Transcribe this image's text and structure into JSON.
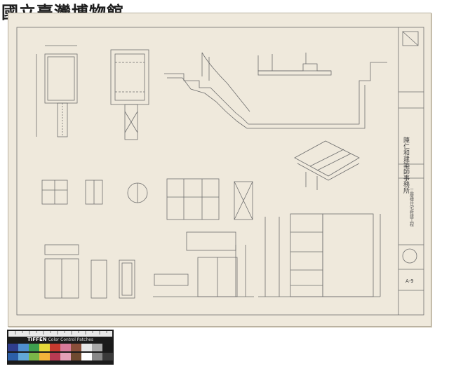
{
  "watermark": "國立臺灣博物館",
  "title_block": {
    "firm": "陳仁和建築師事務所",
    "project": "三層樓住宅新建工程",
    "sheet_no": "A-9"
  },
  "color_card": {
    "brand": "TIFFEN",
    "label": "Color Control Patches",
    "patch_colors": [
      "#2f3d8c",
      "#4f8fd0",
      "#3e9e4e",
      "#e6d83a",
      "#c63a2f",
      "#d77a9a",
      "#8a4f3a",
      "#e8e8e8",
      "#a9a9a9",
      "#1a1a1a",
      "#2c5fa8",
      "#62a8d8",
      "#7ab648",
      "#f2b33a",
      "#b83a52",
      "#e2a0b8",
      "#6f4a30",
      "#ffffff",
      "#888888",
      "#3a3a3a"
    ]
  },
  "accent": {
    "paper": "#efe9dc",
    "ink": "#6a6a6a"
  }
}
